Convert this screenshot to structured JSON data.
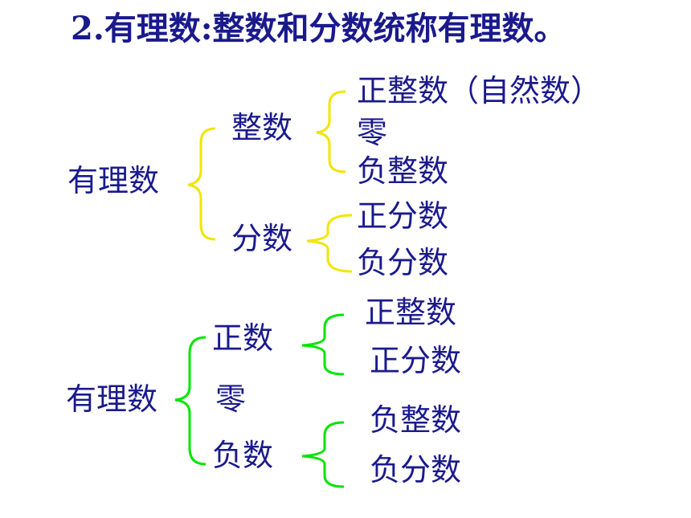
{
  "title": "2.有理数:整数和分数统称有理数。",
  "colors": {
    "text": "#1a1a8c",
    "brace_top": "#f0e600",
    "brace_bottom": "#00e600"
  },
  "classification_by_type": {
    "root": "有理数",
    "integer": {
      "label": "整数",
      "children": [
        "正整数（自然数）",
        "零",
        "负整数"
      ]
    },
    "fraction": {
      "label": "分数",
      "children": [
        "正分数",
        "负分数"
      ]
    }
  },
  "classification_by_sign": {
    "root": "有理数",
    "positive": {
      "label": "正数",
      "children": [
        "正整数",
        "正分数"
      ]
    },
    "zero": "零",
    "negative": {
      "label": "负数",
      "children": [
        "负整数",
        "负分数"
      ]
    }
  }
}
